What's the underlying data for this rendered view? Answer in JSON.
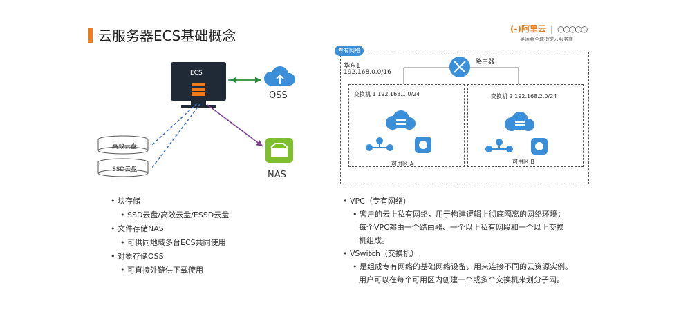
{
  "header": {
    "title": "云服务器ECS基础概念",
    "brand_logo": "(-)阿里云",
    "brand_rings": "○○○○○",
    "brand_sub": "奥运会全球指定云服务商"
  },
  "left_diagram": {
    "ecs_label": "ECS",
    "oss_label": "OSS",
    "nas_label": "NAS",
    "disk1_label": "高效云盘",
    "disk2_label": "SSD云盘"
  },
  "left_bullets": [
    {
      "text": "块存储",
      "level": 1
    },
    {
      "text": "SSD云盘/高效云盘/ESSD云盘",
      "level": 2
    },
    {
      "text": "文件存储NAS",
      "level": 1
    },
    {
      "text": "可供同地域多台ECS共同使用",
      "level": 2
    },
    {
      "text": "对象存储OSS",
      "level": 1
    },
    {
      "text": "可直接外链供下载使用",
      "level": 2
    }
  ],
  "vpc": {
    "tag": "专有网络",
    "region": "华东1",
    "cidr": "192.168.0.0/16",
    "router_label": "路由器",
    "switch1": "交换机 1 192.168.1.0/24",
    "switch2": "交换机 2 192.168.2.0/24",
    "zone_a": "可用区 A",
    "zone_b": "可用区 B"
  },
  "right_bullets": [
    {
      "text": "VPC（专有网络）",
      "level": 1
    },
    {
      "text": "客户的云上私有网络，用于构建逻辑上彻底隔离的网络环境；",
      "level": 2
    },
    {
      "text": "每个VPC都由一个路由器、一个以上私有网段和一个以上交换",
      "level": 2
    },
    {
      "text": "机组成。",
      "level": 2
    },
    {
      "text": "VSwitch（交换机）",
      "level": 1
    },
    {
      "text": "是组成专有网络的基础网络设备，用来连接不同的云资源实例。",
      "level": 2
    },
    {
      "text": "用户可以在每个可用区内创建一个或多个交换机来划分子网。",
      "level": 2
    }
  ],
  "colors": {
    "accent_orange": "#f07a1a",
    "ecs_dark": "#1f2a36",
    "oss_blue": "#3a8fd8",
    "nas_green": "#7dbf2e",
    "arrow_green": "#2e8b3a",
    "arrow_purple": "#7a3f8f",
    "link_blue": "#3a6fc0"
  }
}
